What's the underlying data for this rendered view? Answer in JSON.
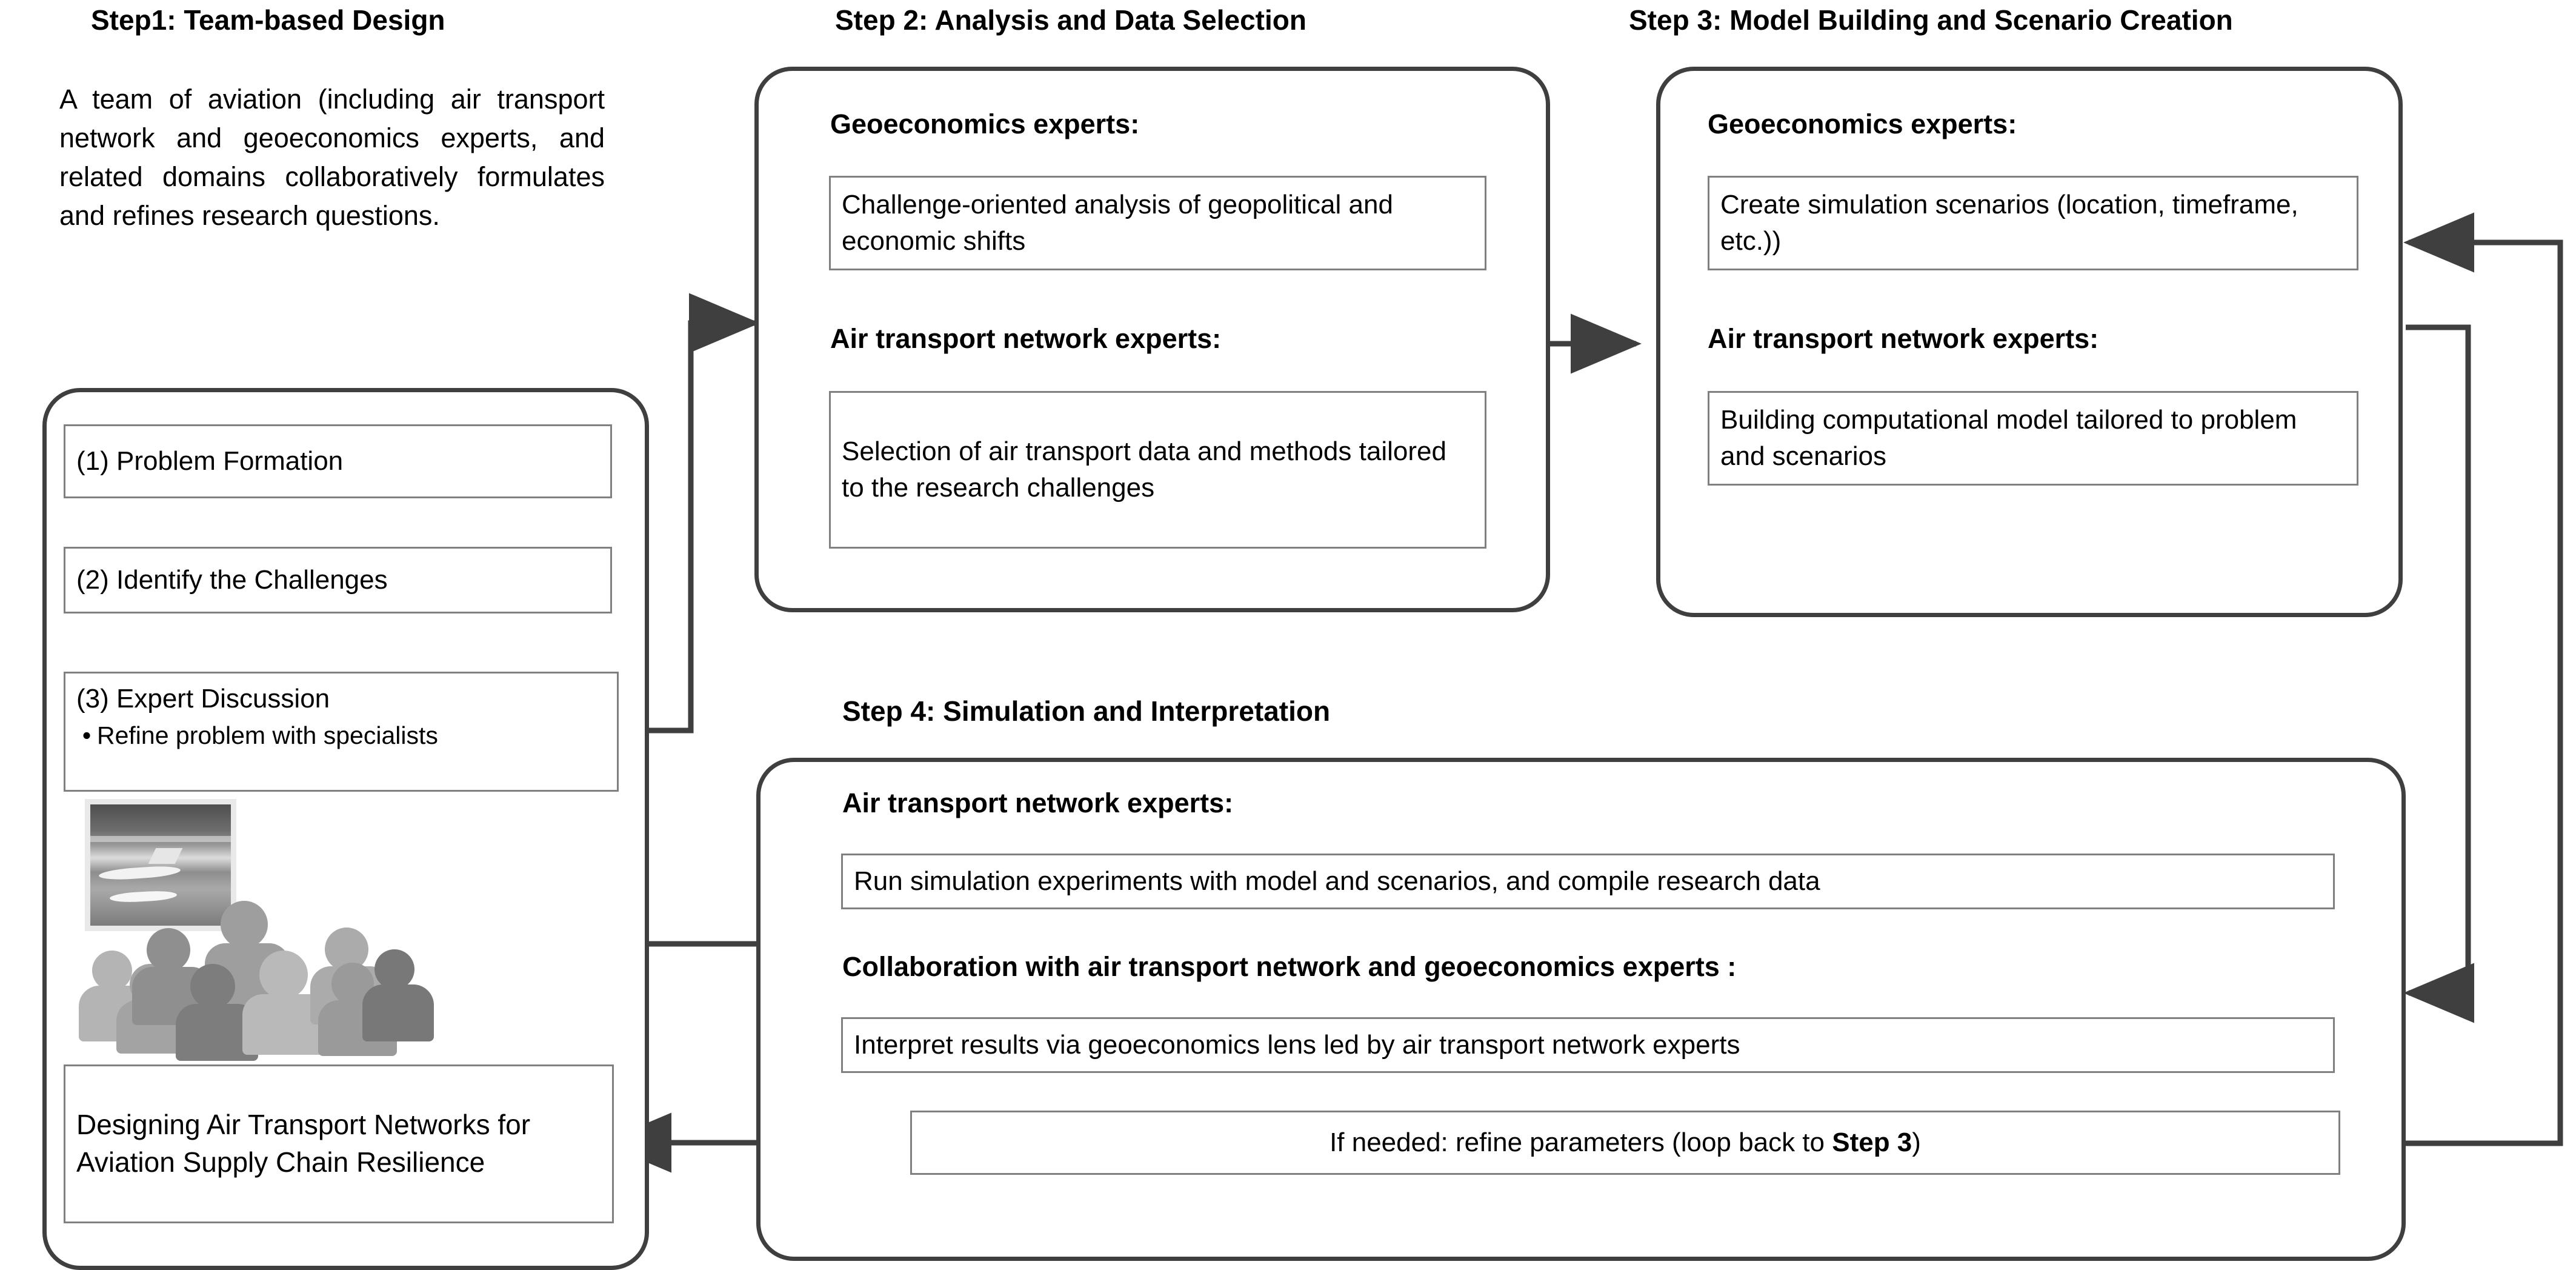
{
  "steps": {
    "step1": {
      "title": "Step1: Team-based Design",
      "intro": "A team of aviation (including air transport network and geoeconomics experts, and related domains collaboratively formulates and refines research questions.",
      "boxes": [
        {
          "label": "(1) Problem Formation"
        },
        {
          "label": "(2) Identify the Challenges"
        }
      ],
      "expert_discussion": {
        "heading": "(3) Expert Discussion",
        "bullet": "Refine problem with specialists",
        "bullet_glyph": "•"
      },
      "outcome": "Designing Air Transport Networks for Aviation Supply Chain Resilience",
      "clipart_name": "team-meeting-clipart"
    },
    "step2": {
      "title": "Step 2: Analysis and Data Selection",
      "groups": [
        {
          "role": "Geoeconomics experts:",
          "task": "Challenge-oriented analysis of geopolitical and economic shifts"
        },
        {
          "role": "Air transport network experts:",
          "task": "Selection of air transport data and methods tailored to the research challenges"
        }
      ]
    },
    "step3": {
      "title": "Step 3: Model Building and Scenario Creation",
      "groups": [
        {
          "role": "Geoeconomics experts:",
          "task": "Create simulation scenarios (location, timeframe, etc.))"
        },
        {
          "role": "Air transport network experts:",
          "task": "Building computational model tailored to problem and scenarios"
        }
      ]
    },
    "step4": {
      "title": "Step 4: Simulation and Interpretation",
      "role_run": "Air transport network experts:",
      "task_run": "Run simulation experiments with model and scenarios, and compile research data",
      "role_collab": "Collaboration with air transport network and geoeconomics experts :",
      "task_interpret": "Interpret results via geoeconomics lens led by air transport network experts",
      "loop": {
        "prefix": "If needed: refine parameters  (loop back to  ",
        "emphasis": "Step 3",
        "suffix": ")"
      }
    }
  },
  "colors": {
    "panel_border": "#3f3f3f",
    "box_border": "#808080",
    "wire": "#3f3f3f",
    "text": "#000000"
  }
}
